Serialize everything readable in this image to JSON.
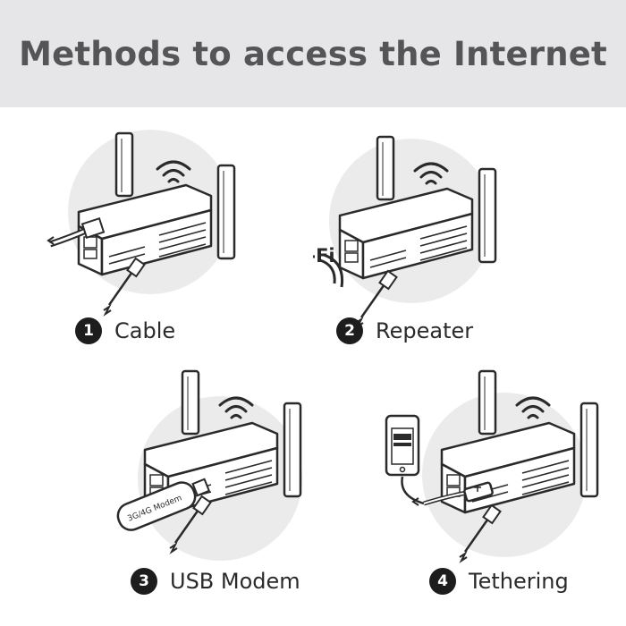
{
  "title": "Methods to access the Internet",
  "methods": [
    {
      "number": "1",
      "label": "Cable"
    },
    {
      "number": "2",
      "label": "Repeater"
    },
    {
      "number": "3",
      "label": "USB Modem"
    },
    {
      "number": "4",
      "label": "Tethering"
    }
  ],
  "wifi_logo_text": "Wi-Fi",
  "modem_label": "3G/4G Modem",
  "icons": [
    "router-icon",
    "wifi-signal-icon",
    "ethernet-cable-icon",
    "power-cable-icon",
    "wifi-logo-icon",
    "usb-modem-icon",
    "smartphone-icon",
    "usb-cable-icon"
  ],
  "colors": {
    "header_bg": "#e6e6e8",
    "title": "#555557",
    "circle": "#ebebec",
    "line": "#2a2a2a",
    "badge": "#1d1d1d"
  }
}
